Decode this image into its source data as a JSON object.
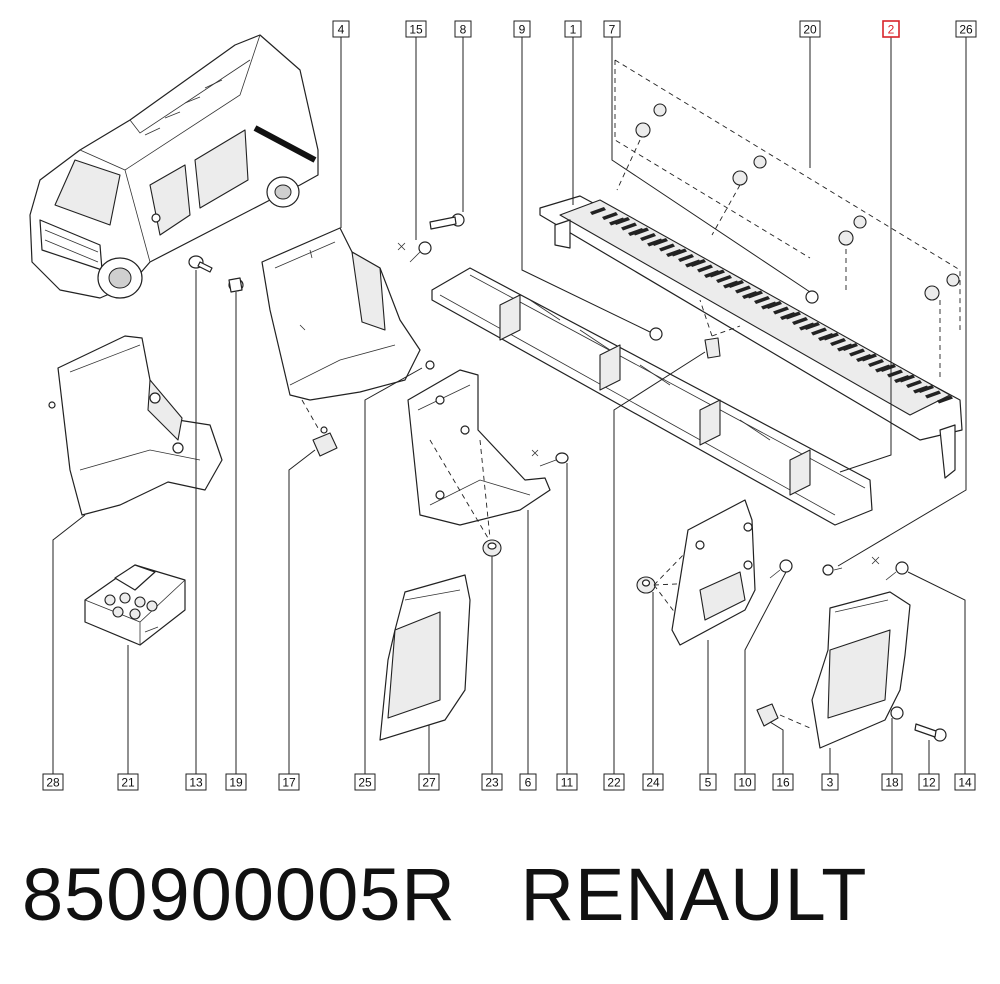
{
  "caption": {
    "part_number": "850900005R",
    "brand": "RENAULT"
  },
  "callouts": [
    {
      "id": "4",
      "label": "4"
    },
    {
      "id": "15",
      "label": "15"
    },
    {
      "id": "8",
      "label": "8"
    },
    {
      "id": "9",
      "label": "9"
    },
    {
      "id": "1",
      "label": "1"
    },
    {
      "id": "7",
      "label": "7"
    },
    {
      "id": "20",
      "label": "20"
    },
    {
      "id": "2",
      "label": "2",
      "highlighted": true
    },
    {
      "id": "26",
      "label": "26"
    },
    {
      "id": "28",
      "label": "28"
    },
    {
      "id": "21",
      "label": "21"
    },
    {
      "id": "13",
      "label": "13"
    },
    {
      "id": "19",
      "label": "19"
    },
    {
      "id": "17",
      "label": "17"
    },
    {
      "id": "25",
      "label": "25"
    },
    {
      "id": "27",
      "label": "27"
    },
    {
      "id": "23",
      "label": "23"
    },
    {
      "id": "6",
      "label": "6"
    },
    {
      "id": "11",
      "label": "11"
    },
    {
      "id": "22",
      "label": "22"
    },
    {
      "id": "24",
      "label": "24"
    },
    {
      "id": "5",
      "label": "5"
    },
    {
      "id": "10",
      "label": "10"
    },
    {
      "id": "16",
      "label": "16"
    },
    {
      "id": "3",
      "label": "3"
    },
    {
      "id": "18",
      "label": "18"
    },
    {
      "id": "12",
      "label": "12"
    },
    {
      "id": "14",
      "label": "14"
    }
  ],
  "colors": {
    "line": "#222222",
    "highlight": "#d9232a",
    "background": "#ffffff"
  }
}
